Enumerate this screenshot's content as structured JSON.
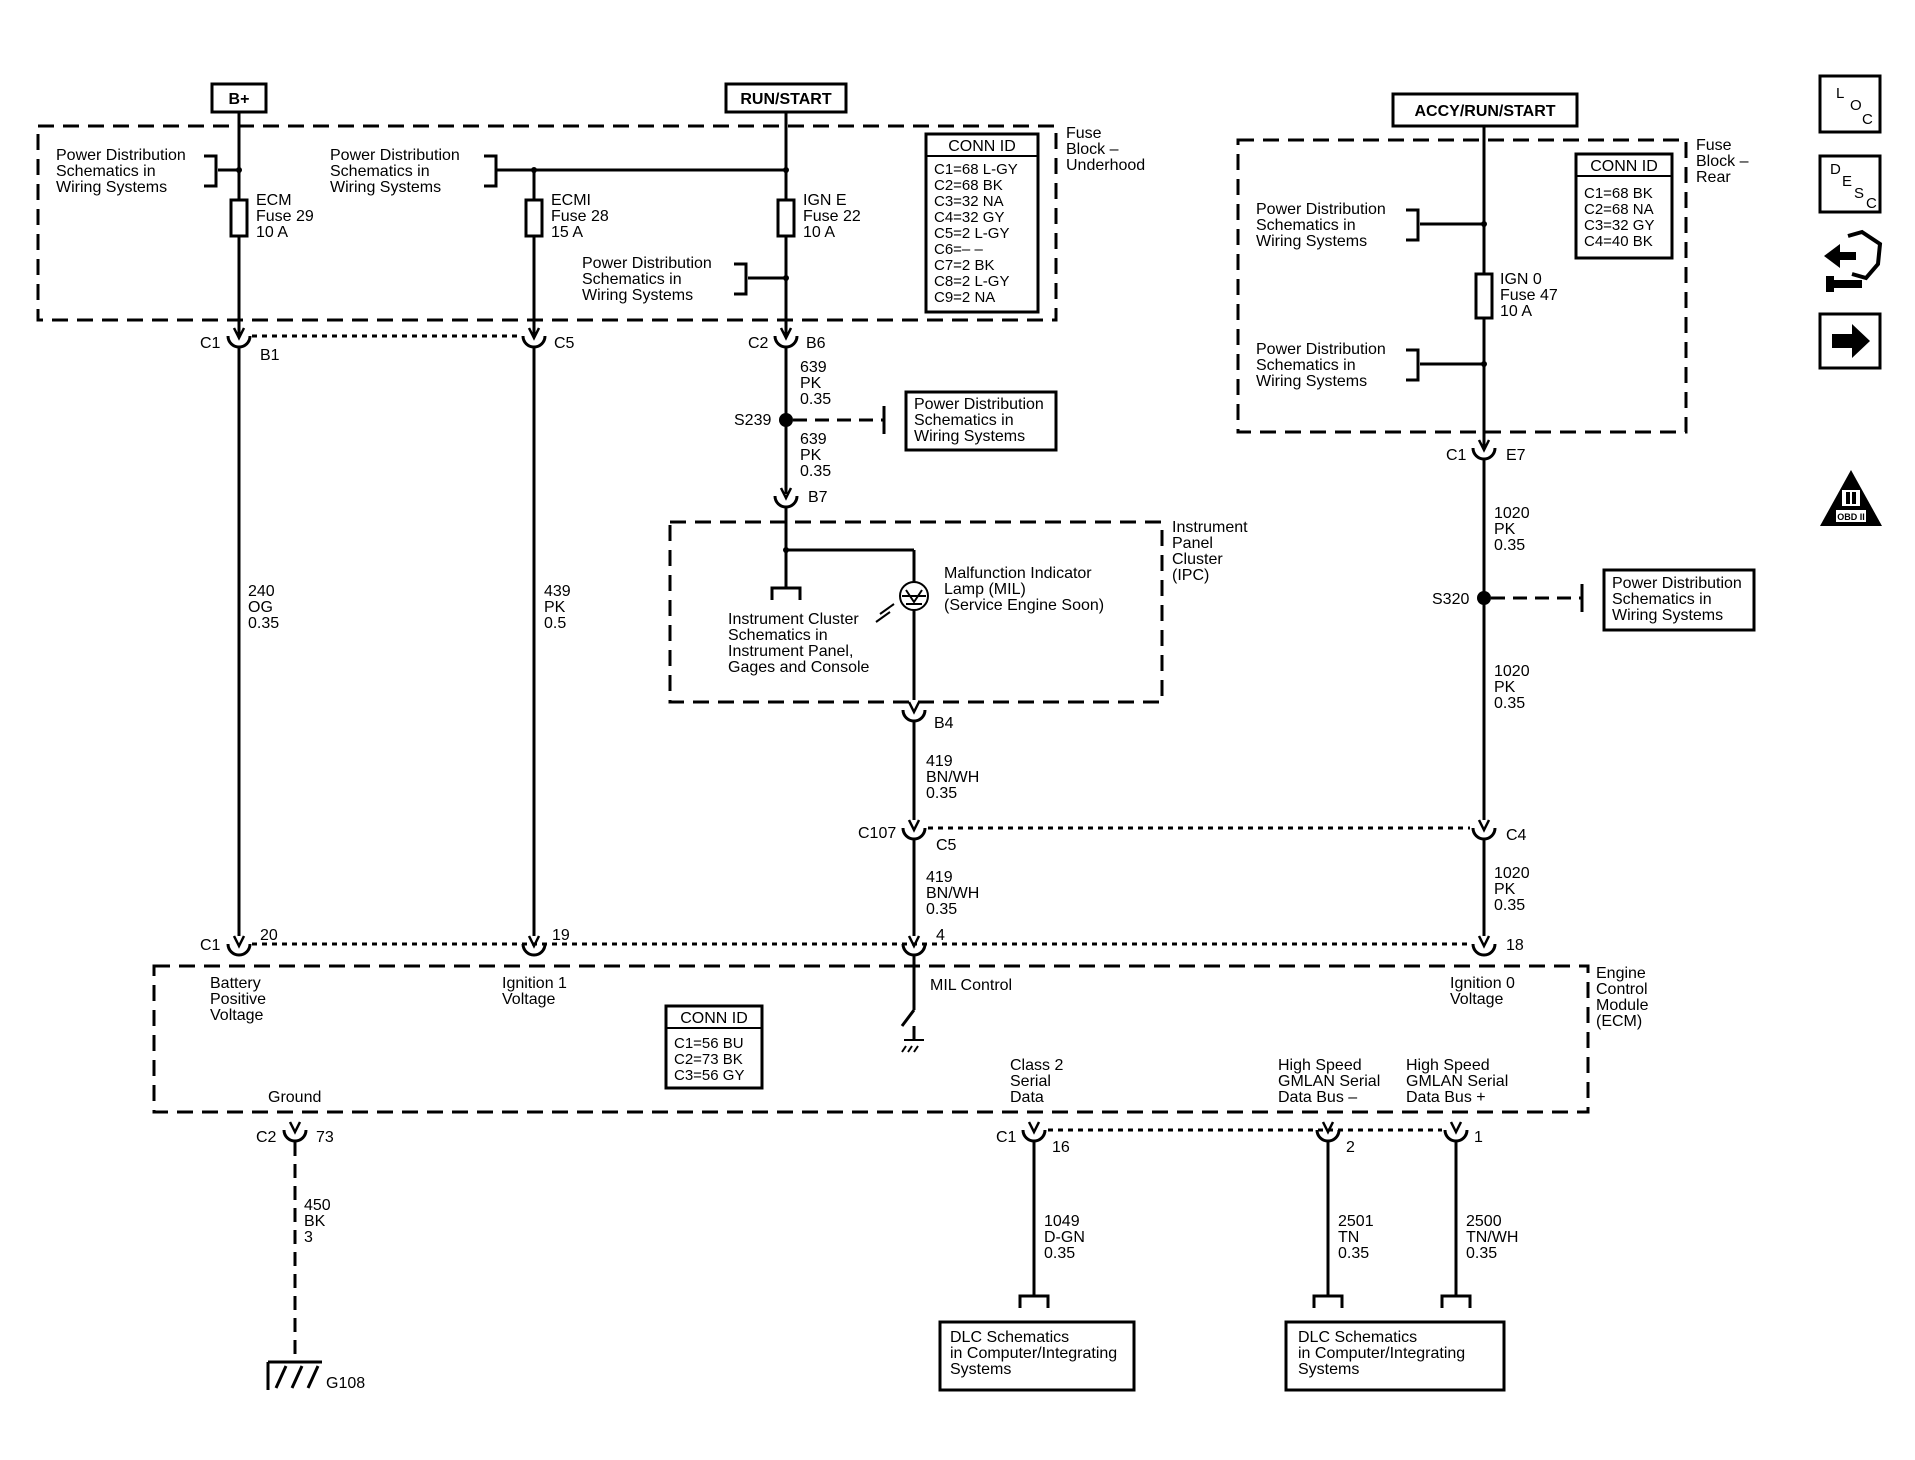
{
  "power": {
    "bplus": "B+",
    "run_start": "RUN/START",
    "accy": "ACCY/RUN/START"
  },
  "pds": {
    "l1": "Power Distribution",
    "l2": "Schematics in",
    "l3": "Wiring  Systems"
  },
  "fuse_block_underhood": {
    "l1": "Fuse",
    "l2": "Block –",
    "l3": "Underhood"
  },
  "fuse_block_rear": {
    "l1": "Fuse",
    "l2": "Block –",
    "l3": "Rear"
  },
  "conn_id": "CONN ID",
  "underhood_conn": [
    "C1=68 L-GY",
    "C2=68 BK",
    "C3=32 NA",
    "C4=32 GY",
    "C5=2 L-GY",
    "C6=– –",
    "C7=2 BK",
    "C8=2 L-GY",
    "C9=2 NA"
  ],
  "rear_conn": [
    "C1=68 BK",
    "C2=68 NA",
    "C3=32 GY",
    "C4=40 BK"
  ],
  "ecm_conn": [
    "C1=56 BU",
    "C2=73 BK",
    "C3=56 GY"
  ],
  "fuses": {
    "ecm": [
      "ECM",
      "Fuse 29",
      "10 A"
    ],
    "ecmi": [
      "ECMI",
      "Fuse 28",
      "15 A"
    ],
    "igne": [
      "IGN E",
      "Fuse 22",
      "10 A"
    ],
    "ign0": [
      "IGN 0",
      "Fuse 47",
      "10 A"
    ]
  },
  "connectors": {
    "c1": "C1",
    "c2": "C2",
    "c5": "C5",
    "b1": "B1",
    "b6": "B6",
    "b7": "B7",
    "b4": "B4",
    "e7": "E7",
    "c107": "C107",
    "c4": "C4",
    "p20": "20",
    "p19": "19",
    "p4": "4",
    "p18": "18",
    "p73": "73",
    "p16": "16",
    "p2": "2",
    "p1": "1"
  },
  "splices": {
    "s239": "S239",
    "s320": "S320"
  },
  "wires": {
    "w240": [
      "240",
      "OG",
      "0.35"
    ],
    "w439": [
      "439",
      "PK",
      "0.5"
    ],
    "w639": [
      "639",
      "PK",
      "0.35"
    ],
    "w419": [
      "419",
      "BN/WH",
      "0.35"
    ],
    "w1020": [
      "1020",
      "PK",
      "0.35"
    ],
    "w450": [
      "450",
      "BK",
      "3"
    ],
    "w1049": [
      "1049",
      "D-GN",
      "0.35"
    ],
    "w2501": [
      "2501",
      "TN",
      "0.35"
    ],
    "w2500": [
      "2500",
      "TN/WH",
      "0.35"
    ]
  },
  "ipc": {
    "title": [
      "Instrument",
      "Panel",
      "Cluster",
      "(IPC)"
    ],
    "mil": [
      "Malfunction Indicator",
      "Lamp (MIL)",
      "(Service Engine Soon)"
    ],
    "ref": [
      "Instrument Cluster",
      "Schematics in",
      "Instrument Panel,",
      "Gages and Console"
    ]
  },
  "ecm": {
    "title": [
      "Engine",
      "Control",
      "Module",
      "(ECM)"
    ],
    "bpv": [
      "Battery",
      "Positive",
      "Voltage"
    ],
    "ign1": [
      "Ignition 1",
      "Voltage"
    ],
    "mil": "MIL Control",
    "ign0": [
      "Ignition 0",
      "Voltage"
    ],
    "ground": "Ground",
    "class2": [
      "Class 2",
      "Serial",
      "Data"
    ],
    "hs_minus": [
      "High Speed",
      "GMLAN Serial",
      "Data Bus –"
    ],
    "hs_plus": [
      "High Speed",
      "GMLAN Serial",
      "Data Bus +"
    ]
  },
  "dlc": [
    "DLC Schematics",
    "in Computer/Integrating",
    "Systems"
  ],
  "ground_id": "G108",
  "side_icons": {
    "loc": [
      "L",
      "O",
      "C"
    ],
    "desc": [
      "D",
      "E",
      "S",
      "C"
    ],
    "obd": "OBD II"
  }
}
